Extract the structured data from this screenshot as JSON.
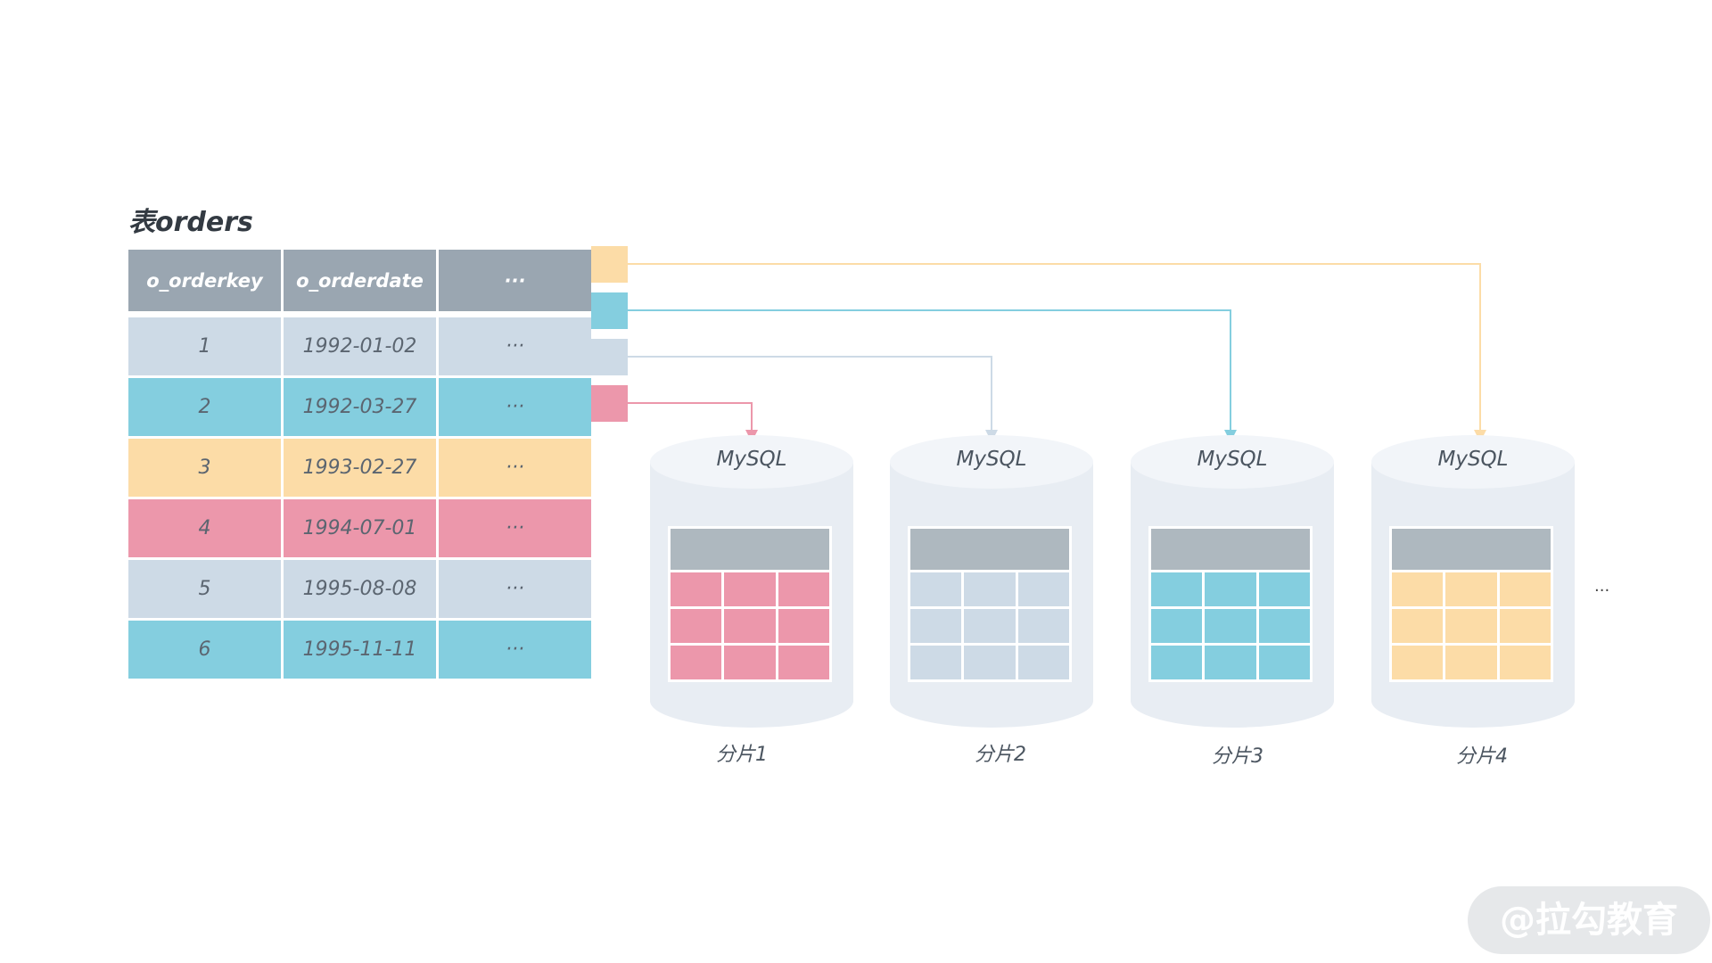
{
  "title": "表orders",
  "table": {
    "headers": [
      "o_orderkey",
      "o_orderdate",
      "···"
    ],
    "rows": [
      {
        "key": "1",
        "date": "1992-01-02",
        "more": "···"
      },
      {
        "key": "2",
        "date": "1992-03-27",
        "more": "···"
      },
      {
        "key": "3",
        "date": "1993-02-27",
        "more": "···"
      },
      {
        "key": "4",
        "date": "1994-07-01",
        "more": "···"
      },
      {
        "key": "5",
        "date": "1995-08-08",
        "more": "···"
      },
      {
        "key": "6",
        "date": "1995-11-11",
        "more": "···"
      }
    ]
  },
  "colors": {
    "gray": "#cddae6",
    "blue": "#84cedf",
    "yellow": "#fcdca7",
    "pink": "#ec97ab",
    "header": "#9aa6b1",
    "cylinder": "#e8edf3"
  },
  "shards": [
    {
      "db": "MySQL",
      "label": "分片1",
      "color": "#ec97ab"
    },
    {
      "db": "MySQL",
      "label": "分片2",
      "color": "#cddae6"
    },
    {
      "db": "MySQL",
      "label": "分片3",
      "color": "#84cedf"
    },
    {
      "db": "MySQL",
      "label": "分片4",
      "color": "#fcdca7"
    }
  ],
  "more_shards": "···",
  "watermark": "@拉勾教育"
}
